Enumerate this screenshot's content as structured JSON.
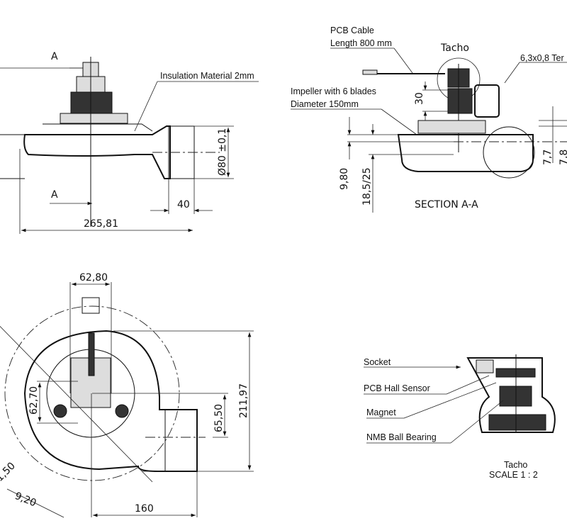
{
  "top_view": {
    "section_marker_top": "A",
    "section_marker_bottom": "A",
    "insulation_label": "Insulation Material 2mm",
    "outlet_diameter": "Ø80 ±0,1",
    "outlet_length": "40",
    "overall_length": "265,81"
  },
  "section_view": {
    "pcb_cable_line1": "PCB Cable",
    "pcb_cable_line2": "Length 800 mm",
    "tacho_label": "Tacho",
    "terminal_label": "6,3x0,8 Ter",
    "impeller_line1": "Impeller with 6 blades",
    "impeller_line2": "Diameter 150mm",
    "dim_30": "30",
    "dim_980": "9,80",
    "dim_185_25": "18,5/25",
    "dim_77": "7,7",
    "dim_78": "7,8",
    "title": "SECTION A-A"
  },
  "front_view": {
    "dim_6280": "62,80",
    "dim_6270": "62,70",
    "dim_6550": "65,50",
    "dim_21197": "211,97",
    "dim_160": "160",
    "dim_920": "9,20",
    "dim_150": "1,50"
  },
  "detail_view": {
    "socket": "Socket",
    "hall_sensor": "PCB Hall Sensor",
    "magnet": "Magnet",
    "bearing": "NMB Ball Bearing",
    "title": "Tacho",
    "scale": "SCALE 1 : 2"
  }
}
